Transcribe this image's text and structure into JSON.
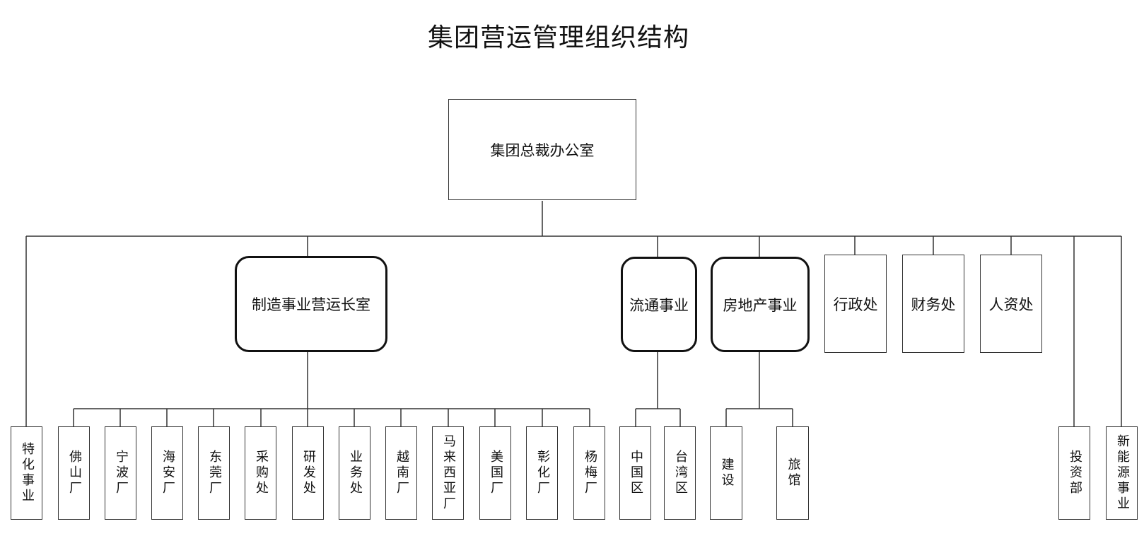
{
  "title": "集团营运管理组织结构",
  "root": "集团总裁办公室",
  "level1": {
    "manufacturing": "制造事业营运长室",
    "distribution": "流通事业",
    "realestate": "房地产事业",
    "admin": "行政处",
    "finance": "财务处",
    "hr": "人资处"
  },
  "special": "特化事业",
  "manufacturing_units": [
    "佛山厂",
    "宁波厂",
    "海安厂",
    "东莞厂",
    "采购处",
    "研发处",
    "业务处",
    "越南厂",
    "马来西亚厂",
    "美国厂",
    "彰化厂",
    "杨梅厂"
  ],
  "distribution_units": [
    "中国区",
    "台湾区"
  ],
  "realestate_units": [
    "建设",
    "旅馆"
  ],
  "investment": "投资部",
  "newenergy": "新能源事业"
}
